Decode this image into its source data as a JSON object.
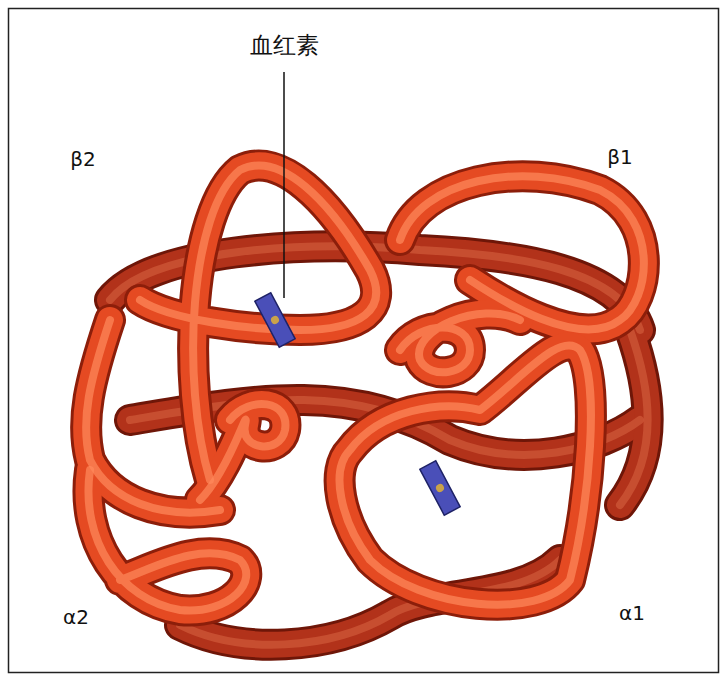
{
  "diagram": {
    "labels": [
      "血红素",
      "β2",
      "β1",
      "α2",
      "α1"
    ]
  }
}
